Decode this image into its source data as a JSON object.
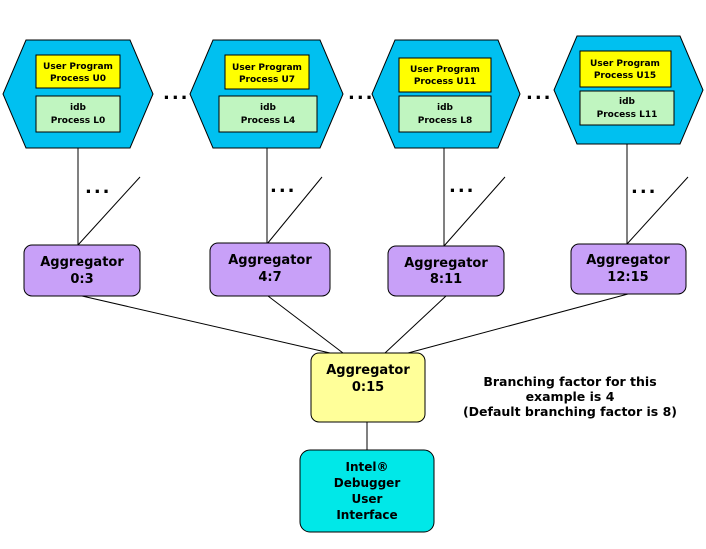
{
  "colors": {
    "hexagon": "#00c0f0",
    "user_box": "#ffff00",
    "idb_box": "#c0f5c0",
    "aggregator": "#c8a0f8",
    "root_aggregator": "#ffff99",
    "ui_box": "#00e8e8"
  },
  "nodes": [
    {
      "user": [
        "User Program",
        "Process U0"
      ],
      "idb": [
        "idb",
        "Process L0"
      ]
    },
    {
      "user": [
        "User Program",
        "Process U7"
      ],
      "idb": [
        "idb",
        "Process L4"
      ]
    },
    {
      "user": [
        "User Program",
        "Process U11"
      ],
      "idb": [
        "idb",
        "Process L8"
      ]
    },
    {
      "user": [
        "User Program",
        "Process U15"
      ],
      "idb": [
        "idb",
        "Process L11"
      ]
    }
  ],
  "node_gap_dots": "...",
  "branch_dots": "...",
  "aggregators": [
    [
      "Aggregator",
      "0:3"
    ],
    [
      "Aggregator",
      "4:7"
    ],
    [
      "Aggregator",
      "8:11"
    ],
    [
      "Aggregator",
      "12:15"
    ]
  ],
  "root_aggregator": [
    "Aggregator",
    "0:15"
  ],
  "ui": [
    "Intel®",
    "Debugger",
    "User",
    "Interface"
  ],
  "note": [
    "Branching factor for this",
    "example is 4",
    "(Default branching factor is 8)"
  ]
}
